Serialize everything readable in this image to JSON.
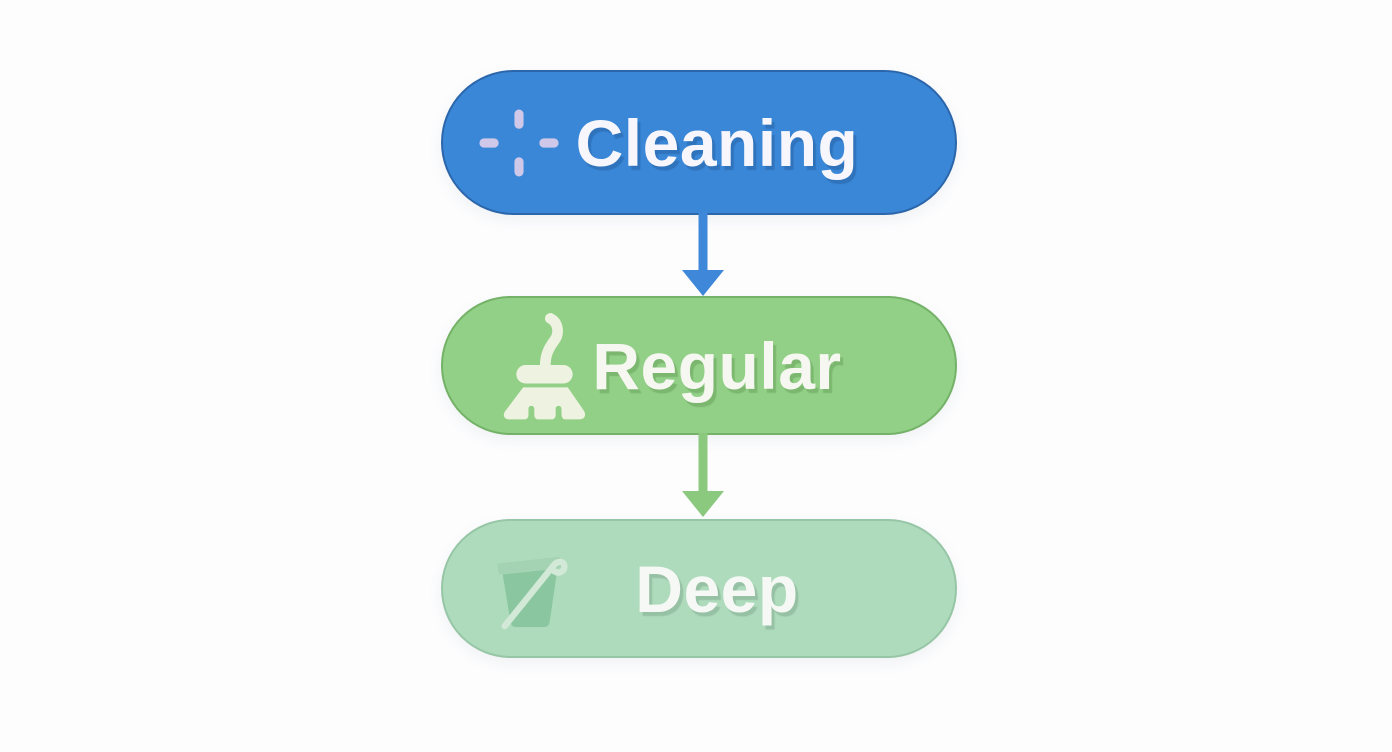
{
  "background": "#fdfdfe",
  "flowchart": {
    "nodes": [
      {
        "id": "cleaning",
        "label": "Cleaning",
        "icon": "sparkle-icon",
        "fill": "#3a87d7",
        "border": "#2b66ab",
        "text_color": "#f7f6fc",
        "icon_color": "#cfc8e9"
      },
      {
        "id": "regular",
        "label": "Regular",
        "icon": "broom-icon",
        "fill": "#93d087",
        "border": "#74b268",
        "text_color": "#f5f7f0",
        "icon_color": "#eef2e1"
      },
      {
        "id": "deep",
        "label": "Deep",
        "icon": "bucket-icon",
        "fill": "#afdbbd",
        "border": "#96c6a6",
        "text_color": "#f5f8f4",
        "icon_color": "#8ac7a0",
        "icon_rim_color": "#a3d3b2",
        "icon_handle_color": "#d2e9d7"
      }
    ],
    "connectors": [
      {
        "from": "cleaning",
        "to": "regular",
        "color": "#3f87d8"
      },
      {
        "from": "regular",
        "to": "deep",
        "color": "#8bc97f"
      }
    ]
  }
}
